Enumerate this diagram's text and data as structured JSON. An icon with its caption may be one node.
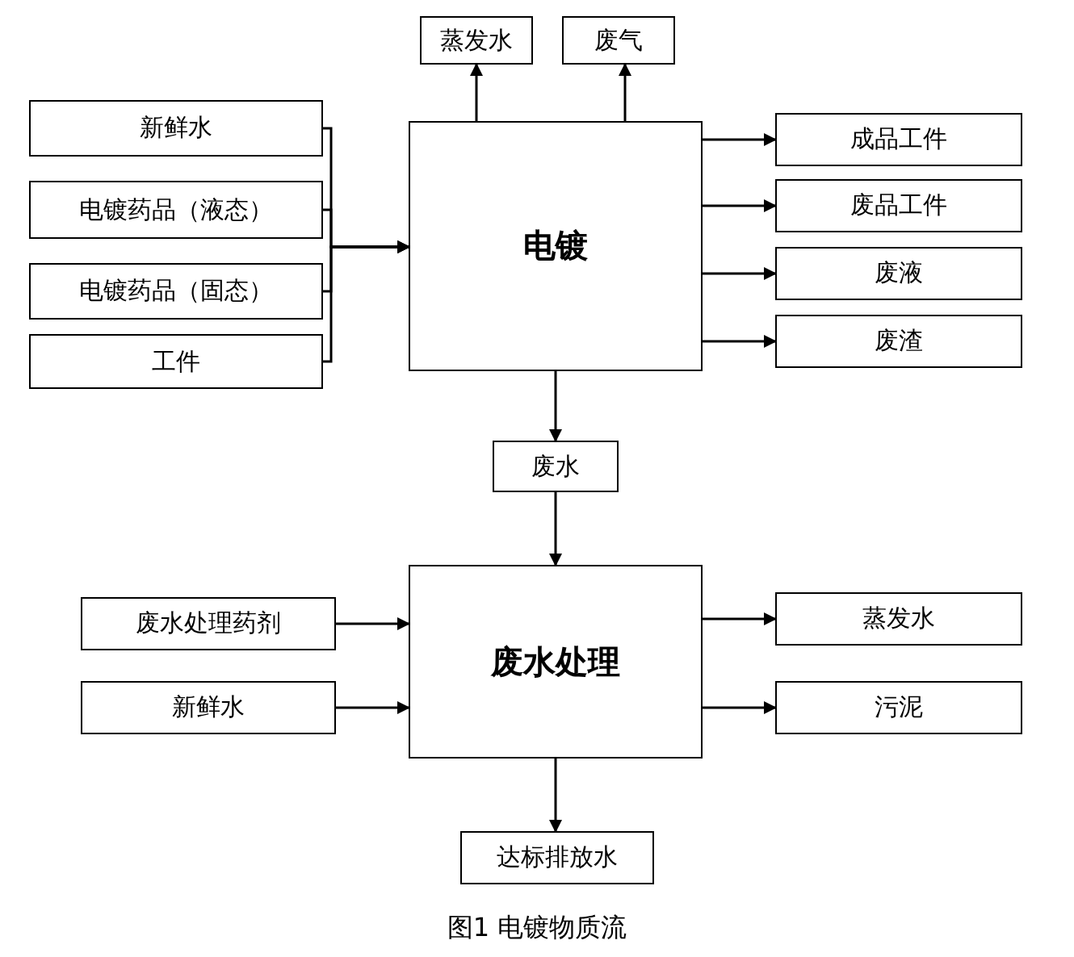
{
  "diagram": {
    "caption": "图1 电镀物质流",
    "nodes": [
      {
        "text": [
          "新鲜水"
        ]
      },
      {
        "text": [
          "电镀药品（液态）"
        ]
      },
      {
        "text": [
          "电镀药品（固态）"
        ]
      },
      {
        "text": [
          "工件"
        ]
      },
      {
        "text": [
          "电镀"
        ]
      },
      {
        "text": [
          "蒸发水"
        ]
      },
      {
        "text": [
          "废气"
        ]
      },
      {
        "text": [
          "成品工件"
        ]
      },
      {
        "text": [
          "废品工件"
        ]
      },
      {
        "text": [
          "废液"
        ]
      },
      {
        "text": [
          "废渣"
        ]
      },
      {
        "text": [
          "废水"
        ]
      },
      {
        "text": [
          "废水处理"
        ]
      },
      {
        "text": [
          "废水处理药剂"
        ]
      },
      {
        "text": [
          "新鲜水"
        ]
      },
      {
        "text": [
          "蒸发水"
        ]
      },
      {
        "text": [
          "污泥"
        ]
      },
      {
        "text": [
          "达标排放水"
        ]
      }
    ],
    "edges": [
      {
        "from": 0,
        "to": 4,
        "arrow": "to"
      },
      {
        "from": 1,
        "to": 4,
        "arrow": "to"
      },
      {
        "from": 2,
        "to": 4,
        "arrow": "to"
      },
      {
        "from": 3,
        "to": 4,
        "arrow": "to"
      },
      {
        "from": 4,
        "to": 5,
        "arrow": "to"
      },
      {
        "from": 4,
        "to": 6,
        "arrow": "to"
      },
      {
        "from": 4,
        "to": 7,
        "arrow": "to"
      },
      {
        "from": 4,
        "to": 8,
        "arrow": "to"
      },
      {
        "from": 4,
        "to": 9,
        "arrow": "to"
      },
      {
        "from": 4,
        "to": 10,
        "arrow": "to"
      },
      {
        "from": 4,
        "to": 11,
        "arrow": "to"
      },
      {
        "from": 11,
        "to": 12,
        "arrow": "to"
      },
      {
        "from": 13,
        "to": 12,
        "arrow": "to"
      },
      {
        "from": 14,
        "to": 12,
        "arrow": "to"
      },
      {
        "from": 12,
        "to": 15,
        "arrow": "to"
      },
      {
        "from": 12,
        "to": 16,
        "arrow": "to"
      },
      {
        "from": 12,
        "to": 17,
        "arrow": "to"
      }
    ]
  }
}
